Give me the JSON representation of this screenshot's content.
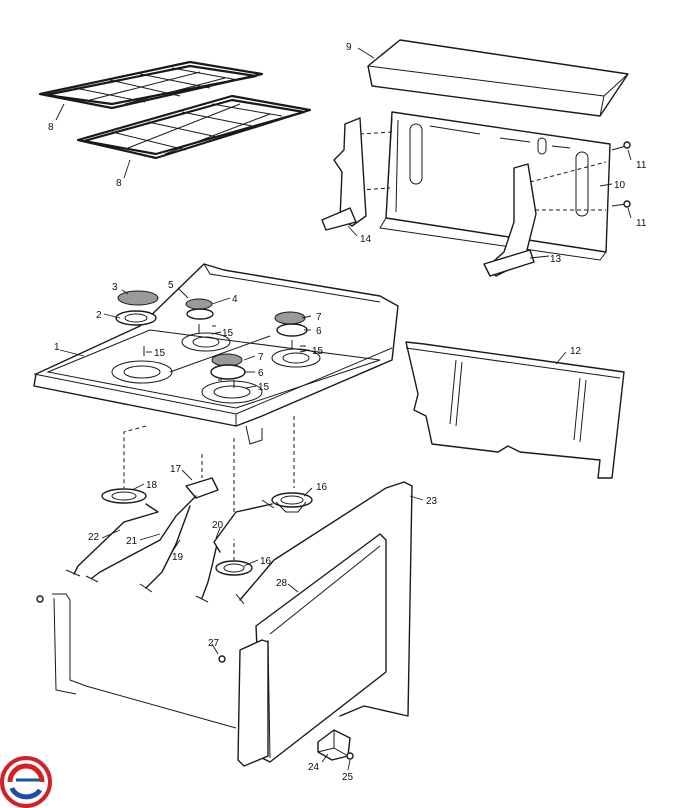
{
  "part_labels": {
    "l1": "1",
    "l2": "2",
    "l3": "3",
    "l4": "4",
    "l5": "5",
    "l6a": "6",
    "l6b": "6",
    "l7a": "7",
    "l7b": "7",
    "l8a": "8",
    "l8b": "8",
    "l9": "9",
    "l10": "10",
    "l11a": "11",
    "l11b": "11",
    "l12": "12",
    "l13": "13",
    "l14": "14",
    "l15a": "15",
    "l15b": "15",
    "l15c": "15",
    "l15d": "15",
    "l16a": "16",
    "l16b": "16",
    "l17": "17",
    "l18": "18",
    "l19": "19",
    "l20": "20",
    "l21": "21",
    "l22": "22",
    "l23": "23",
    "l24": "24",
    "l25": "25",
    "l27": "27",
    "l28": "28"
  },
  "colors": {
    "logo_red": "#d32027",
    "logo_blue": "#1f4fa3",
    "line": "#1a1a1a",
    "mesh": "#9a9a9a"
  },
  "icons": {
    "logo": "brand-logo-icon"
  }
}
